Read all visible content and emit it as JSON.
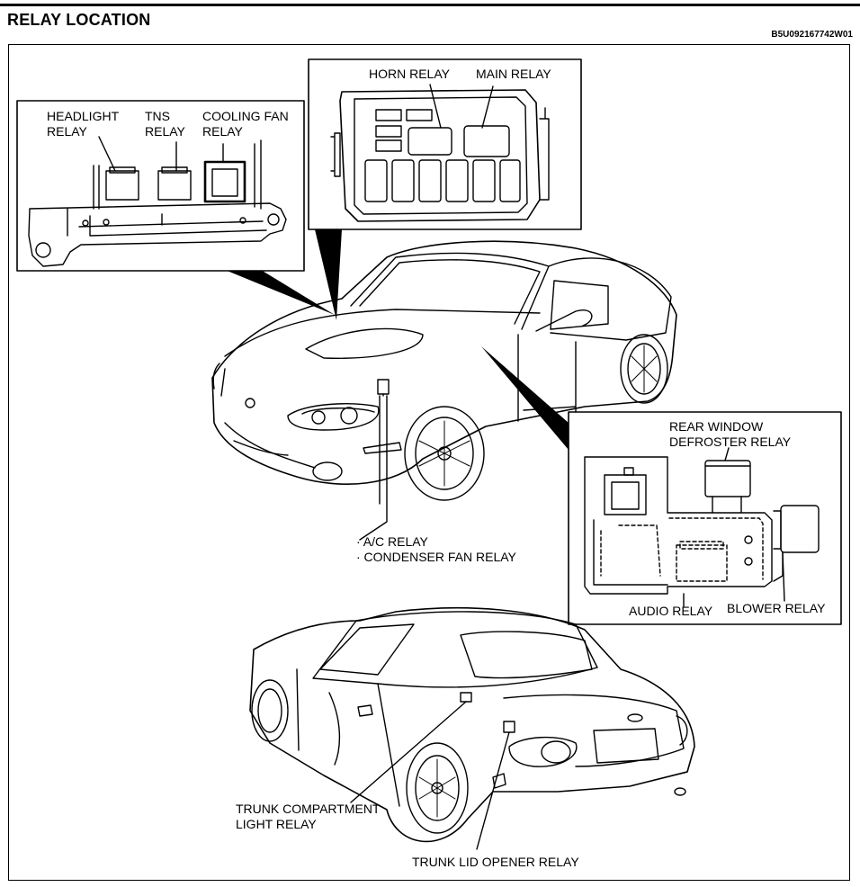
{
  "header": {
    "title": "RELAY LOCATION",
    "doc_id": "B5U092167742W01"
  },
  "labels": {
    "headlight_l1": "HEADLIGHT",
    "headlight_l2": "RELAY",
    "tns_l1": "TNS",
    "tns_l2": "RELAY",
    "cooling_l1": "COOLING FAN",
    "cooling_l2": "RELAY",
    "horn": "HORN RELAY",
    "main": "MAIN RELAY",
    "rear_window_l1": "REAR WINDOW",
    "rear_window_l2": "DEFROSTER RELAY",
    "ac": "· A/C RELAY",
    "condenser": "· CONDENSER FAN RELAY",
    "audio": "AUDIO RELAY",
    "blower": "BLOWER RELAY",
    "trunk_comp_l1": "TRUNK COMPARTMENT",
    "trunk_comp_l2": "LIGHT RELAY",
    "trunk_lid": "TRUNK LID OPENER RELAY"
  }
}
